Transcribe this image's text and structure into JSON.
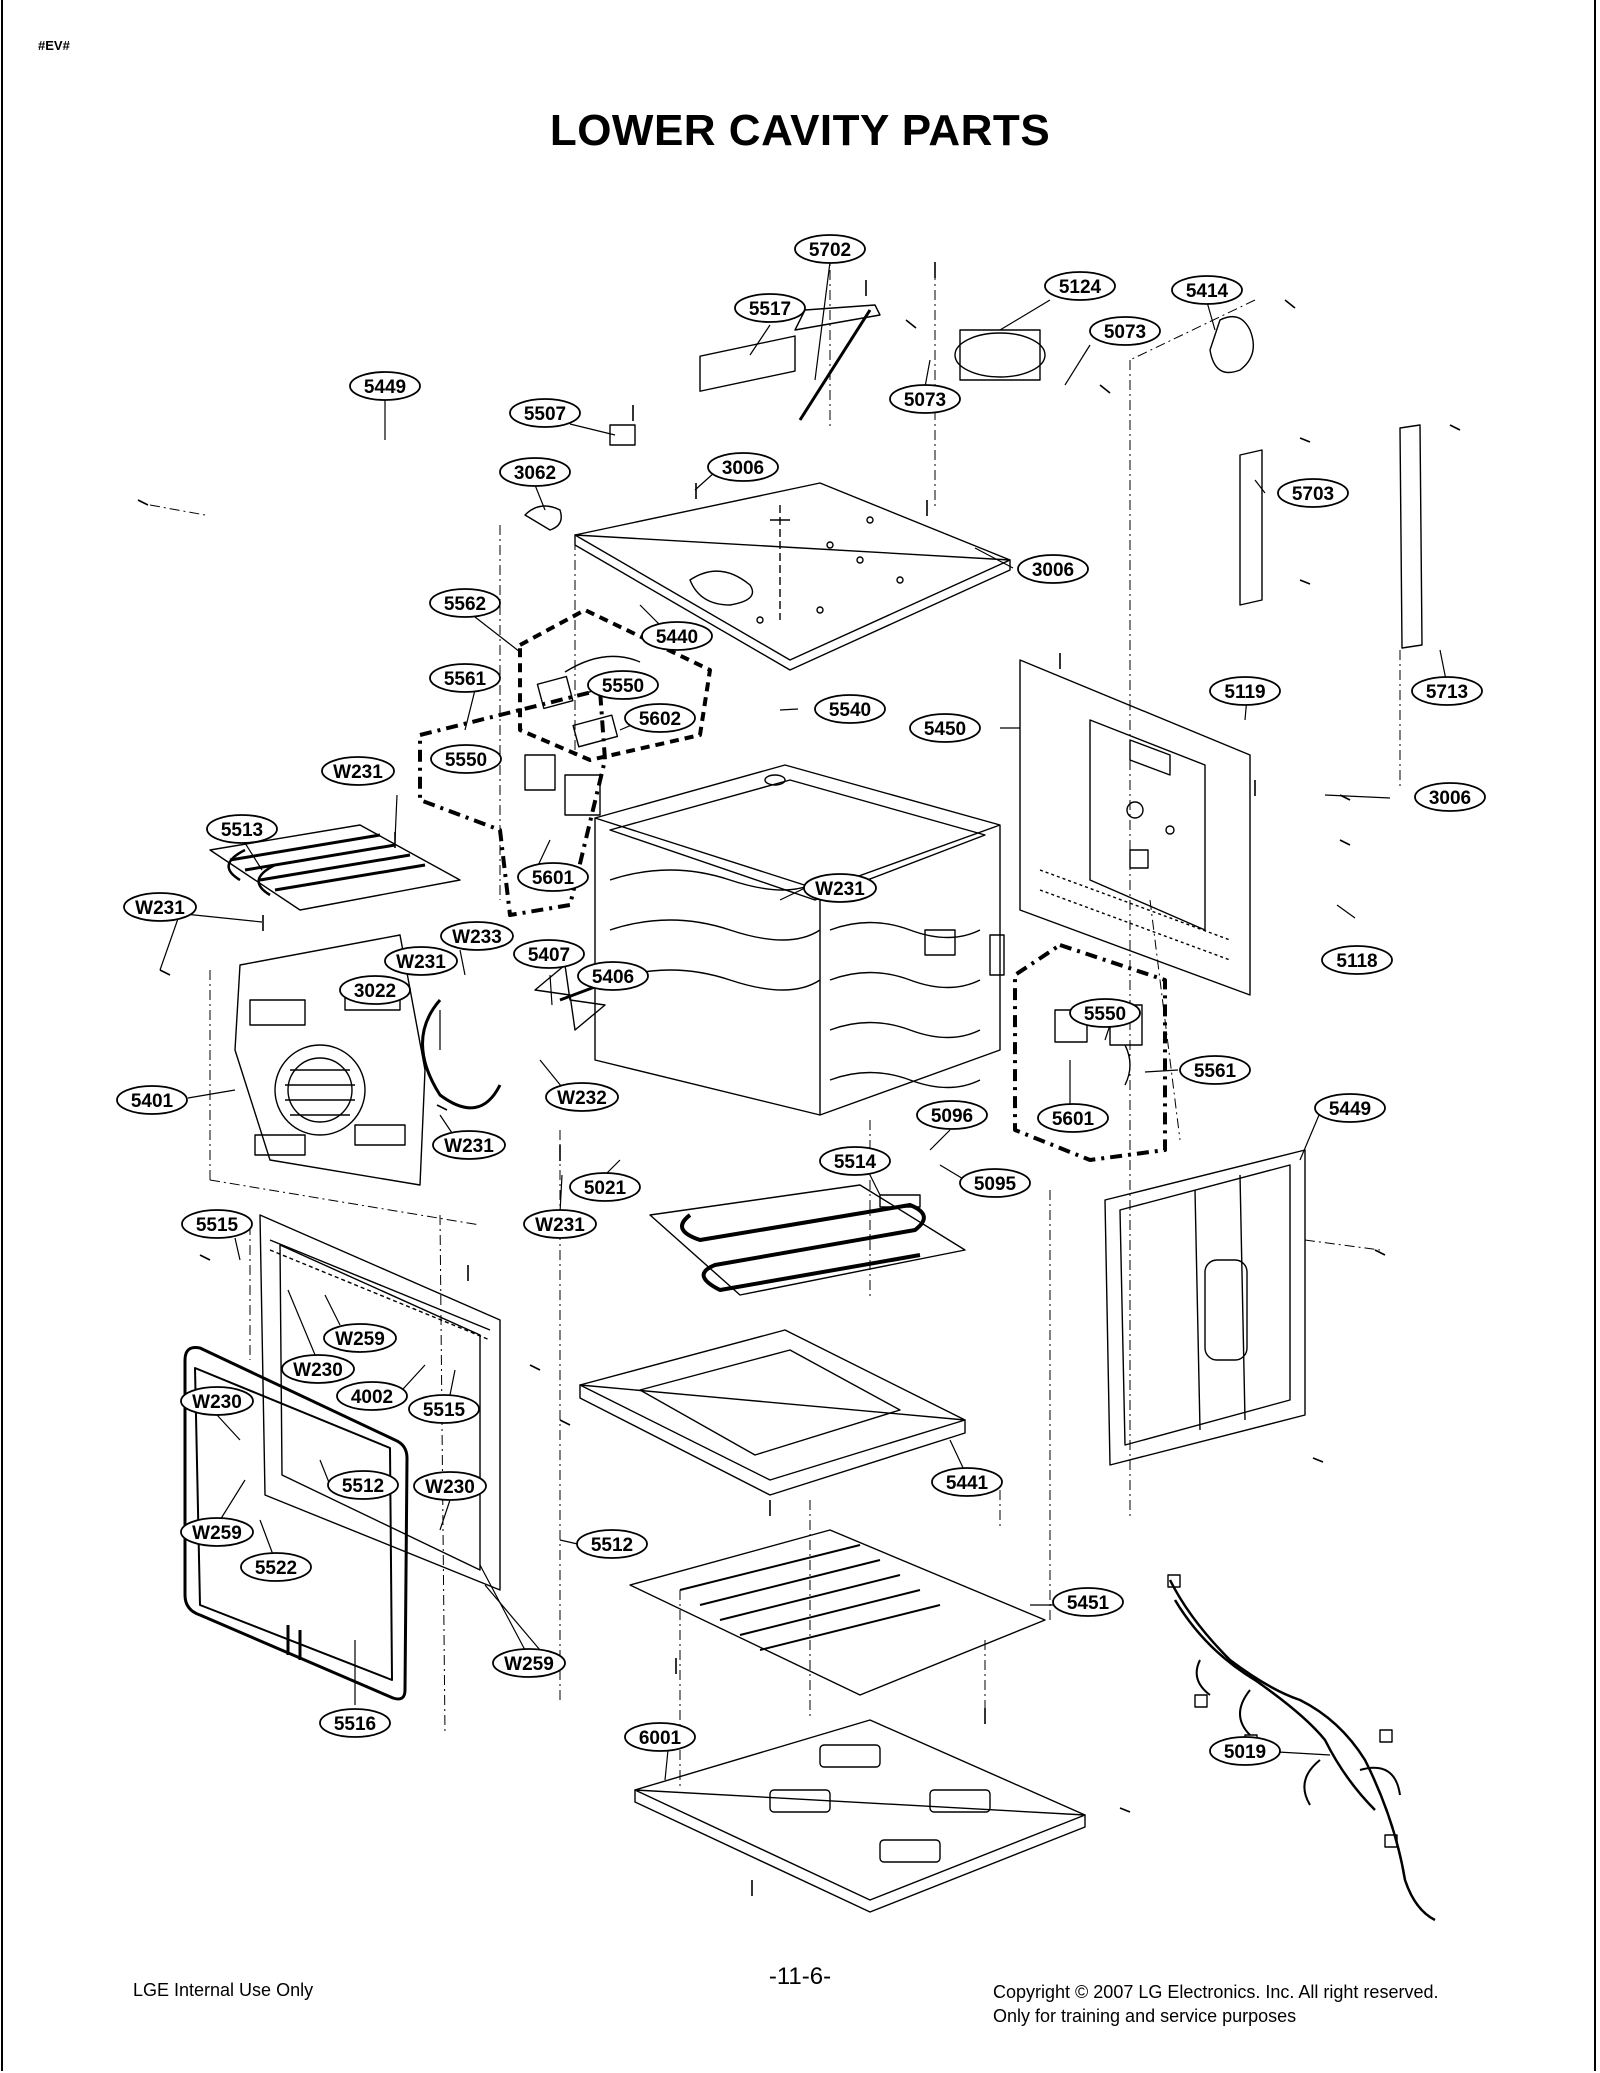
{
  "header": {
    "tag": "#EV#",
    "title": "LOWER CAVITY PARTS"
  },
  "callouts": [
    {
      "id": "c1",
      "label": "5702"
    },
    {
      "id": "c2",
      "label": "5124"
    },
    {
      "id": "c3",
      "label": "5414"
    },
    {
      "id": "c4",
      "label": "5517"
    },
    {
      "id": "c5",
      "label": "5073"
    },
    {
      "id": "c6",
      "label": "5073"
    },
    {
      "id": "c7",
      "label": "5449"
    },
    {
      "id": "c8",
      "label": "5507"
    },
    {
      "id": "c9",
      "label": "3062"
    },
    {
      "id": "c10",
      "label": "3006"
    },
    {
      "id": "c11",
      "label": "5703"
    },
    {
      "id": "c12",
      "label": "3006"
    },
    {
      "id": "c13",
      "label": "5562"
    },
    {
      "id": "c14",
      "label": "5440"
    },
    {
      "id": "c15",
      "label": "5561"
    },
    {
      "id": "c16",
      "label": "5550"
    },
    {
      "id": "c17",
      "label": "5602"
    },
    {
      "id": "c18",
      "label": "5540"
    },
    {
      "id": "c19",
      "label": "5450"
    },
    {
      "id": "c20",
      "label": "5119"
    },
    {
      "id": "c21",
      "label": "5713"
    },
    {
      "id": "c22",
      "label": "5550"
    },
    {
      "id": "c23",
      "label": "W231"
    },
    {
      "id": "c24",
      "label": "3006"
    },
    {
      "id": "c25",
      "label": "5513"
    },
    {
      "id": "c26",
      "label": "5601"
    },
    {
      "id": "c27",
      "label": "W231"
    },
    {
      "id": "c28",
      "label": "W231"
    },
    {
      "id": "c29",
      "label": "W233"
    },
    {
      "id": "c30",
      "label": "5118"
    },
    {
      "id": "c31",
      "label": "W231"
    },
    {
      "id": "c32",
      "label": "5407"
    },
    {
      "id": "c33",
      "label": "3022"
    },
    {
      "id": "c34",
      "label": "5406"
    },
    {
      "id": "c35",
      "label": "5550"
    },
    {
      "id": "c36",
      "label": "5561"
    },
    {
      "id": "c37",
      "label": "5401"
    },
    {
      "id": "c38",
      "label": "W232"
    },
    {
      "id": "c39",
      "label": "5449"
    },
    {
      "id": "c40",
      "label": "5096"
    },
    {
      "id": "c41",
      "label": "5601"
    },
    {
      "id": "c42",
      "label": "W231"
    },
    {
      "id": "c43",
      "label": "5514"
    },
    {
      "id": "c44",
      "label": "5095"
    },
    {
      "id": "c45",
      "label": "5021"
    },
    {
      "id": "c46",
      "label": "5515"
    },
    {
      "id": "c47",
      "label": "W231"
    },
    {
      "id": "c48",
      "label": "W259"
    },
    {
      "id": "c49",
      "label": "W230"
    },
    {
      "id": "c50",
      "label": "4002"
    },
    {
      "id": "c51",
      "label": "W230"
    },
    {
      "id": "c52",
      "label": "5515"
    },
    {
      "id": "c53",
      "label": "5441"
    },
    {
      "id": "c54",
      "label": "5512"
    },
    {
      "id": "c55",
      "label": "W230"
    },
    {
      "id": "c56",
      "label": "W259"
    },
    {
      "id": "c57",
      "label": "5512"
    },
    {
      "id": "c58",
      "label": "5522"
    },
    {
      "id": "c59",
      "label": "5451"
    },
    {
      "id": "c60",
      "label": "W259"
    },
    {
      "id": "c61",
      "label": "5516"
    },
    {
      "id": "c62",
      "label": "6001"
    },
    {
      "id": "c63",
      "label": "5019"
    }
  ],
  "footer": {
    "left": "LGE Internal Use Only",
    "page_number": "-11-6-",
    "copyright": "Copyright © 2007 LG Electronics. Inc. All right reserved.",
    "note": "Only for training and service purposes"
  }
}
